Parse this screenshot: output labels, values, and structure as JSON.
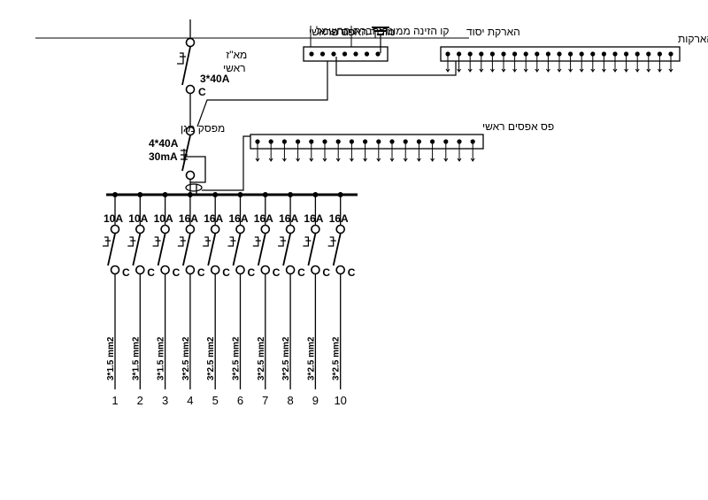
{
  "labels": {
    "supply_line": "קו הזינה ממונה חברת החשמל",
    "main_breaker": "מא\"ז\nראשי",
    "main_breaker_rating": "3*40A",
    "curve": "C",
    "rcd": "מפסק מגן",
    "rcd_rating": "4*40A\n30mA",
    "main_earth_conductor": "מוליך האפס הראשי",
    "equipotential": "פה\"פ",
    "earth_electrode": "הארקת יסוד",
    "earth_bar": "פס הארקות",
    "neutral_bar": "פס אפסים ראשי"
  },
  "circuits": [
    {
      "num": "1",
      "rating": "10A",
      "cable": "3*1.5 mm2"
    },
    {
      "num": "2",
      "rating": "10A",
      "cable": "3*1.5 mm2"
    },
    {
      "num": "3",
      "rating": "10A",
      "cable": "3*1.5 mm2"
    },
    {
      "num": "4",
      "rating": "16A",
      "cable": "3*2.5 mm2"
    },
    {
      "num": "5",
      "rating": "16A",
      "cable": "3*2.5 mm2"
    },
    {
      "num": "6",
      "rating": "16A",
      "cable": "3*2.5 mm2"
    },
    {
      "num": "7",
      "rating": "16A",
      "cable": "3*2.5 mm2"
    },
    {
      "num": "8",
      "rating": "16A",
      "cable": "3*2.5 mm2"
    },
    {
      "num": "9",
      "rating": "16A",
      "cable": "3*2.5 mm2"
    },
    {
      "num": "10",
      "rating": "16A",
      "cable": "3*2.5 mm2"
    }
  ],
  "colors": {
    "line": "#000000",
    "background": "#ffffff"
  }
}
